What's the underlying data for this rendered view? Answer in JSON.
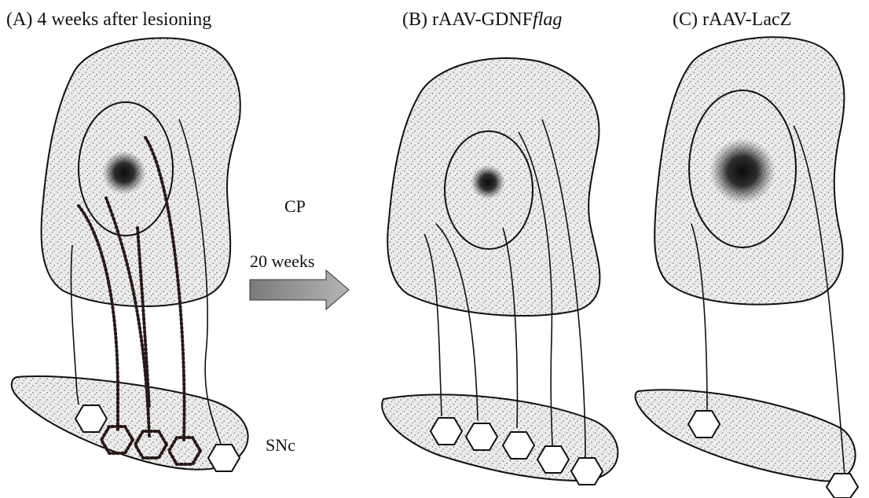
{
  "panels": {
    "a": {
      "title": "(A) 4 weeks after lesioning"
    },
    "b": {
      "title_main": "(B) rAAV-GDNF",
      "title_italic": "flag"
    },
    "c": {
      "title": "(C) rAAV-LacZ"
    }
  },
  "labels": {
    "cp": "CP",
    "snc": "SNc",
    "arrow": "20 weeks"
  },
  "colors": {
    "outline": "#111111",
    "stipple_bg": "#ececec",
    "stipple_dots": "#6e6e6e",
    "core": "#0a0a0a",
    "degenerated": "#2a1818",
    "arrow_fill": "#9a9a9a"
  },
  "icons": {
    "neuron": "hexagon",
    "arrow": "right-arrow"
  }
}
